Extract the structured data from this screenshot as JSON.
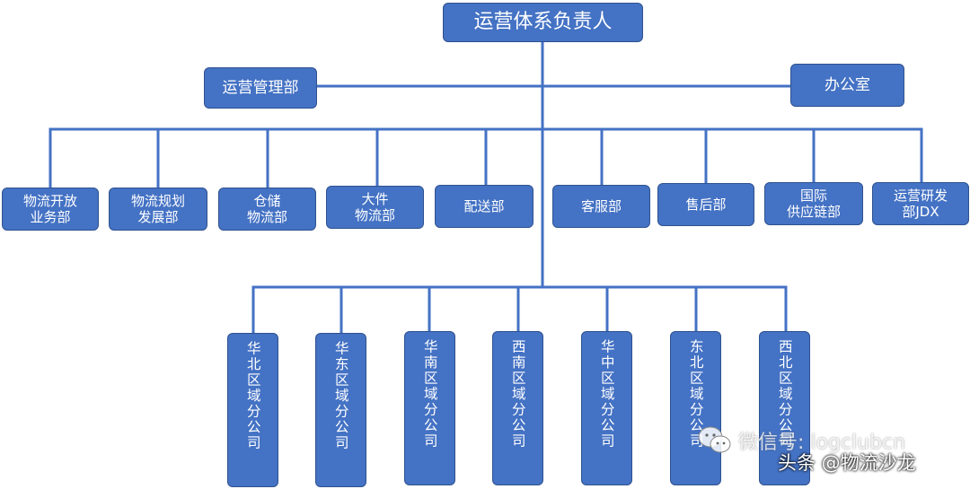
{
  "root": "运营体系负责人",
  "staff": {
    "left": "运营管理部",
    "right": "办公室"
  },
  "departments": [
    "物流开放\n业务部",
    "物流规划\n发展部",
    "仓储\n物流部",
    "大件\n物流部",
    "配送部",
    "客服部",
    "售后部",
    "国际\n供应链部",
    "运营研发\n部JDX"
  ],
  "regions": [
    "华北区域分公司",
    "华东区域分公司",
    "华南区域分公司",
    "西南区域分公司",
    "华中区域分公司",
    "东北区域分公司",
    "西北区域分公司"
  ],
  "watermark": "微信号: logclubcn",
  "credit": "头条 @物流沙龙",
  "colors": {
    "box_fill": "#4472C4",
    "box_border": "#2F528F",
    "connector": "#4472C4"
  }
}
